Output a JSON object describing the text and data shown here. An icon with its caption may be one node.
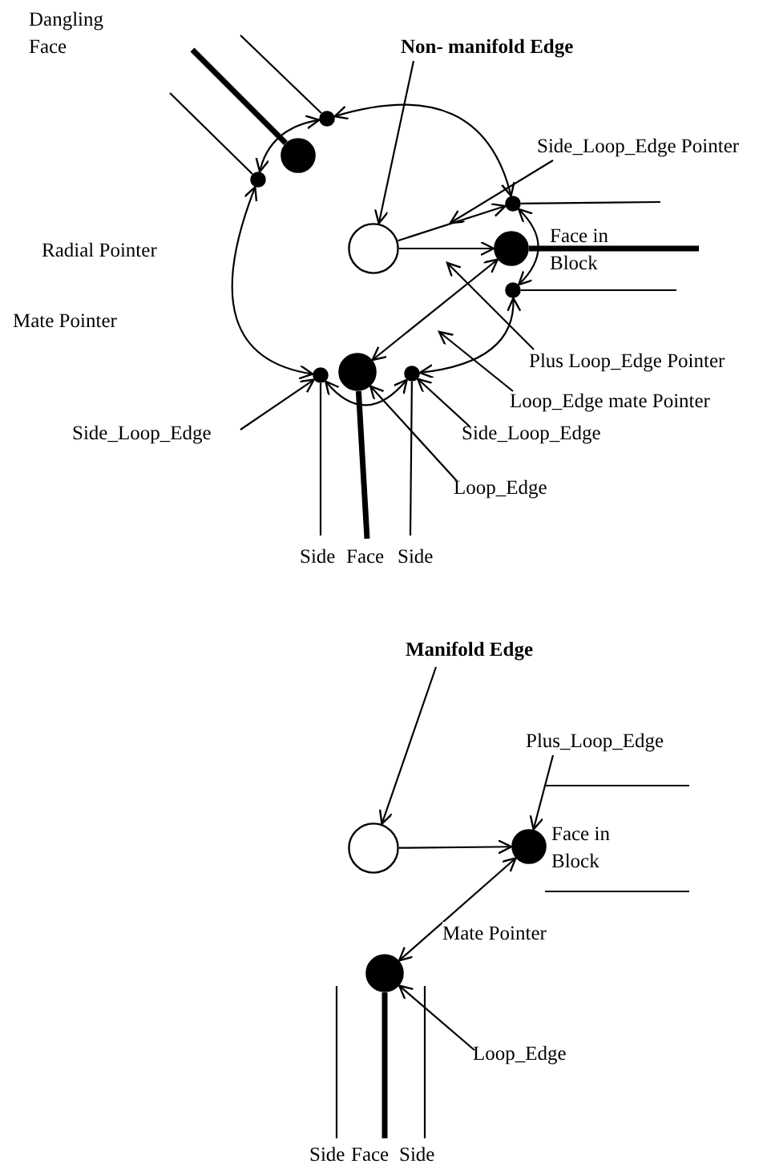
{
  "diagram": {
    "nodes": [
      {
        "text": [
          "Non- manifold Edge"
        ]
      },
      {
        "text": [],
        "shape": "dot"
      },
      {
        "text": [],
        "shape": "dot"
      },
      {
        "text": [],
        "shape": "dot"
      },
      {
        "text": [
          "Side_Loop_Edge Pointer"
        ]
      },
      {
        "text": [],
        "shape": "dot"
      },
      {
        "text": [],
        "shape": "circle"
      },
      {
        "text": [],
        "shape": "dot"
      },
      {
        "text": [],
        "shape": "dot"
      },
      {
        "text": [
          "Plus Loop_Edge Pointer"
        ]
      },
      {
        "text": [
          "Loop_Edge mate Pointer"
        ]
      },
      {
        "text": [],
        "shape": "dot"
      },
      {
        "text": [],
        "shape": "dot"
      },
      {
        "text": [],
        "shape": "dot"
      },
      {
        "text": [
          "Side_Loop_Edge"
        ]
      },
      {
        "text": [
          "Side_Loop_Edge"
        ]
      },
      {
        "text": [
          "Loop_Edge"
        ]
      },
      {
        "text": [
          "Manifold Edge"
        ]
      },
      {
        "text": [
          "Plus_Loop_Edge"
        ]
      },
      {
        "text": [],
        "shape": "circle"
      },
      {
        "text": [],
        "shape": "dot"
      },
      {
        "text": [],
        "shape": "dot"
      },
      {
        "text": [
          "Loop_Edge"
        ]
      },
      {
        "text": [
          "Side"
        ]
      },
      {
        "text": [
          "Face"
        ]
      },
      {
        "text": [
          "Side"
        ]
      },
      {
        "text": [
          "Side"
        ]
      },
      {
        "text": [
          "Face"
        ]
      },
      {
        "text": [
          "Side"
        ]
      }
    ],
    "edges": [
      {
        "from": 0,
        "to": 6,
        "arrow": "to"
      },
      {
        "from": 6,
        "to": 5,
        "arrow": "to"
      },
      {
        "from": 6,
        "to": 7,
        "arrow": "to"
      },
      {
        "from": 4,
        "to": null,
        "arrow": "to"
      },
      {
        "from": 1,
        "to": 5,
        "arrow": "both"
      },
      {
        "from": 1,
        "to": 3,
        "arrow": "both"
      },
      {
        "from": 5,
        "to": 8,
        "arrow": "both"
      },
      {
        "from": 3,
        "to": 11,
        "arrow": "both"
      },
      {
        "from": 7,
        "to": 12,
        "arrow": "both"
      },
      {
        "from": 8,
        "to": 13,
        "arrow": "both"
      },
      {
        "from": 9,
        "to": null,
        "arrow": "to"
      },
      {
        "from": 10,
        "to": null,
        "arrow": "to"
      },
      {
        "from": 11,
        "to": 13,
        "arrow": "both"
      },
      {
        "from": 14,
        "to": 11,
        "arrow": "to"
      },
      {
        "from": 15,
        "to": 13,
        "arrow": "to"
      },
      {
        "from": 16,
        "to": 12,
        "arrow": "to"
      },
      {
        "from": null,
        "to": 1,
        "arrow": "none"
      },
      {
        "from": null,
        "to": 2,
        "arrow": "none",
        "style": "thick"
      },
      {
        "from": null,
        "to": 3,
        "arrow": "none"
      },
      {
        "from": 5,
        "to": null,
        "arrow": "none"
      },
      {
        "from": 7,
        "to": null,
        "arrow": "none",
        "style": "thick"
      },
      {
        "from": 8,
        "to": null,
        "arrow": "none"
      },
      {
        "from": 11,
        "to": 23,
        "arrow": "none"
      },
      {
        "from": 12,
        "to": 24,
        "arrow": "none",
        "style": "thick"
      },
      {
        "from": 13,
        "to": 25,
        "arrow": "none"
      },
      {
        "from": 17,
        "to": 19,
        "arrow": "to"
      },
      {
        "from": 19,
        "to": 20,
        "arrow": "to"
      },
      {
        "from": 18,
        "to": 20,
        "arrow": "to"
      },
      {
        "from": 20,
        "to": 21,
        "arrow": "both",
        "label": "Mate Pointer"
      },
      {
        "from": 22,
        "to": 21,
        "arrow": "to"
      },
      {
        "from": 21,
        "to": 27,
        "arrow": "none",
        "style": "thick"
      },
      {
        "from": null,
        "to": 26,
        "arrow": "none"
      },
      {
        "from": null,
        "to": 28,
        "arrow": "none"
      }
    ],
    "labels": [
      "Dangling Face",
      "Radial Pointer",
      "Mate Pointer",
      "Face in Block",
      "Face in Block"
    ]
  }
}
